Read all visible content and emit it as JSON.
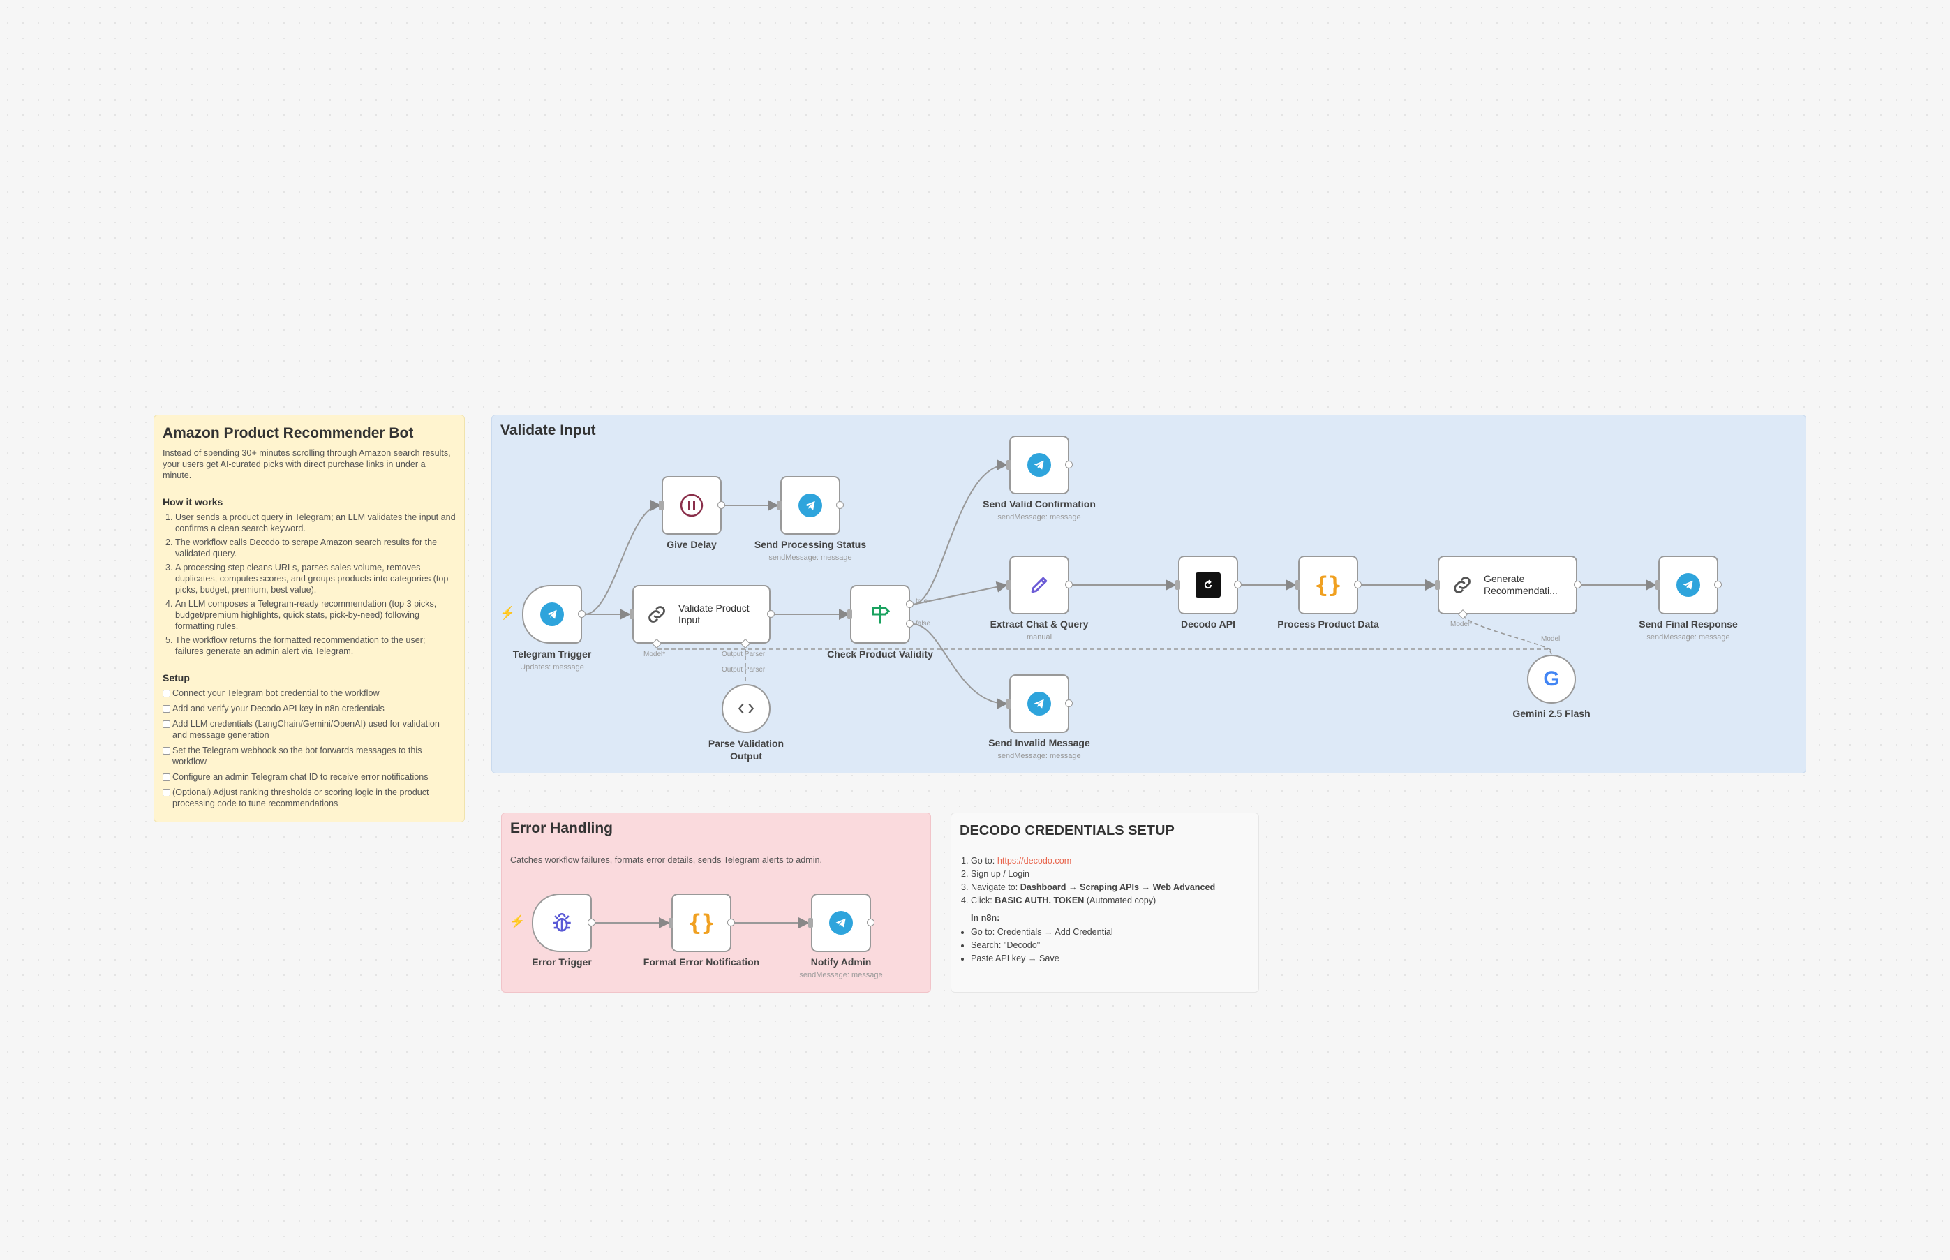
{
  "colors": {
    "accent": "#ff6d5a",
    "telegram": "#2ea4dc",
    "code": "#f0a020",
    "if": "#1aa25f",
    "edit": "#6b5bd6"
  },
  "sticky_main": {
    "title": "Amazon Product Recommender Bot",
    "intro": "Instead of spending 30+ minutes scrolling through Amazon search results, your users get AI-curated picks with direct purchase links in under a minute.",
    "how_title": "How it works",
    "how_items": [
      "User sends a product query in Telegram; an LLM validates the input and confirms a clean search keyword.",
      "The workflow calls Decodo to scrape Amazon search results for the validated query.",
      "A processing step cleans URLs, parses sales volume, removes duplicates, computes scores, and groups products into categories (top picks, budget, premium, best value).",
      "An LLM composes a Telegram-ready recommendation (top 3 picks, budget/premium highlights, quick stats, pick-by-need) following formatting rules.",
      "The workflow returns the formatted recommendation to the user; failures generate an admin alert via Telegram."
    ],
    "setup_title": "Setup",
    "setup_items": [
      "Connect your Telegram bot credential to the workflow",
      "Add and verify your Decodo API key in n8n credentials",
      "Add LLM credentials (LangChain/Gemini/OpenAI) used for validation and message generation",
      "Set the Telegram webhook so the bot forwards messages to this workflow",
      "Configure an admin Telegram chat ID to receive error notifications",
      "(Optional) Adjust ranking thresholds or scoring logic in the product processing code to tune recommendations"
    ]
  },
  "section_validate": {
    "title": "Validate Input"
  },
  "section_error": {
    "title": "Error Handling",
    "desc": "Catches workflow failures, formats error details, sends Telegram alerts to admin."
  },
  "section_decodo": {
    "title": "DECODO CREDENTIALS SETUP",
    "step1_prefix": "Go to: ",
    "step1_link": "https://decodo.com",
    "step2": "Sign up / Login",
    "step3_prefix": "Navigate to: ",
    "step3_bold": "Dashboard → Scraping APIs → Web Advanced",
    "step4_prefix": "Click: ",
    "step4_bold": "BASIC AUTH. TOKEN",
    "step4_suffix": " (Automated copy)",
    "n8n_title": "In n8n:",
    "n8n_items": [
      "Go to: Credentials → Add Credential",
      "Search: \"Decodo\"",
      "Paste API key → Save"
    ]
  },
  "nodes": {
    "telegram_trigger": {
      "label": "Telegram Trigger",
      "sub": "Updates: message",
      "icon": "telegram-icon"
    },
    "give_delay": {
      "label": "Give Delay",
      "icon": "pause-icon"
    },
    "send_processing": {
      "label": "Send Processing Status",
      "sub": "sendMessage: message",
      "icon": "telegram-icon"
    },
    "validate_input": {
      "label": "Validate Product Input",
      "icon": "link-icon"
    },
    "parse_validation": {
      "label": "Parse Validation Output",
      "icon": "code-brackets-icon"
    },
    "check_validity": {
      "label": "Check Product Validity",
      "icon": "signpost-icon"
    },
    "send_valid": {
      "label": "Send Valid Confirmation",
      "sub": "sendMessage: message",
      "icon": "telegram-icon"
    },
    "extract_chat": {
      "label": "Extract Chat & Query",
      "sub": "manual",
      "icon": "pencil-icon"
    },
    "send_invalid": {
      "label": "Send Invalid Message",
      "sub": "sendMessage: message",
      "icon": "telegram-icon"
    },
    "decodo_api": {
      "label": "Decodo API",
      "icon": "decodo-icon"
    },
    "process_data": {
      "label": "Process Product Data",
      "icon": "curly-braces-icon"
    },
    "generate_rec": {
      "label": "Generate Recommendati...",
      "icon": "link-icon"
    },
    "gemini": {
      "label": "Gemini 2.5 Flash",
      "icon": "google-icon"
    },
    "send_final": {
      "label": "Send Final Response",
      "sub": "sendMessage: message",
      "icon": "telegram-icon"
    },
    "error_trigger": {
      "label": "Error Trigger",
      "icon": "bug-icon"
    },
    "format_error": {
      "label": "Format Error Notification",
      "icon": "curly-braces-icon"
    },
    "notify_admin": {
      "label": "Notify Admin",
      "sub": "sendMessage: message",
      "icon": "telegram-icon"
    }
  },
  "ports": {
    "model": "Model*",
    "output_parser": "Output Parser",
    "true": "true",
    "false": "false",
    "model_plain": "Model"
  }
}
